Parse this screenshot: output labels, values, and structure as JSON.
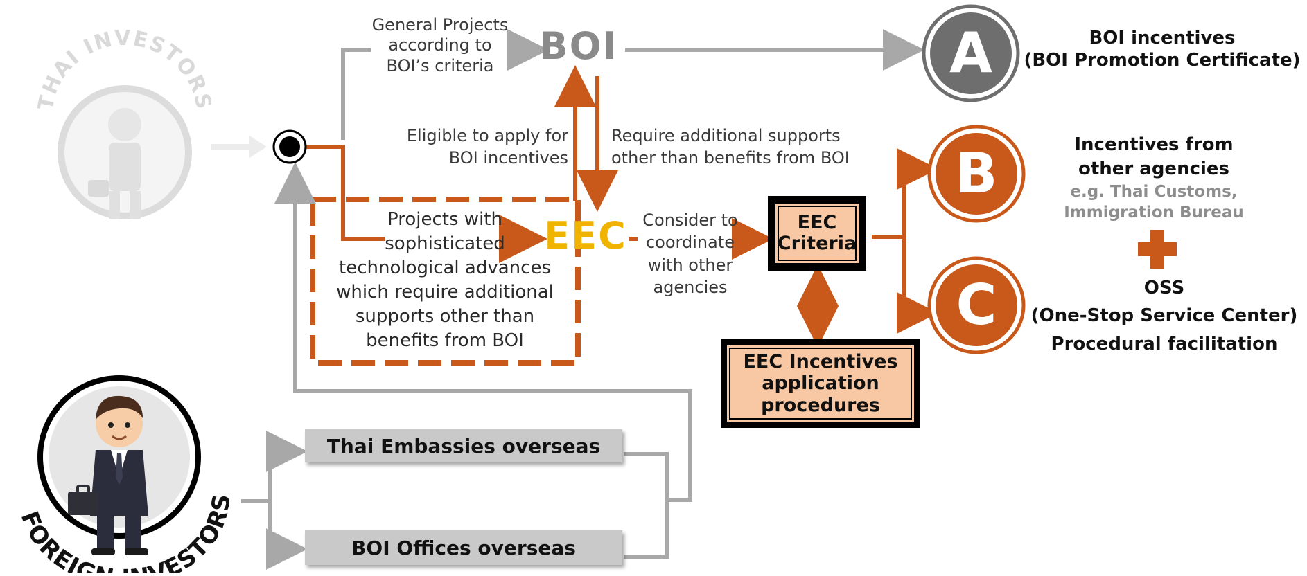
{
  "investors": {
    "thai_label": "THAI INVESTORS",
    "foreign_label": "FOREIGN INVESTORS"
  },
  "channels": {
    "embassies": "Thai Embassies overseas",
    "boi_offices": "BOI Offices overseas"
  },
  "labels": {
    "general_projects": [
      "General Projects",
      "according to",
      "BOI’s criteria"
    ],
    "eligible": [
      "Eligible to apply for",
      "BOI incentives"
    ],
    "require_additional": [
      "Require additional supports",
      "other than benefits from BOI"
    ],
    "sophisticated": [
      "Projects with",
      "sophisticated",
      "technological advances",
      "which require additional",
      "supports other than",
      "benefits from BOI"
    ],
    "consider": [
      "Consider to",
      "coordinate",
      "with other",
      "agencies"
    ]
  },
  "nodes": {
    "boi": "BOI",
    "eec": "EEC",
    "eec_criteria": [
      "EEC",
      "Criteria"
    ],
    "eec_incentives": [
      "EEC Incentives",
      "application",
      "procedures"
    ]
  },
  "outcomes": {
    "a": {
      "letter": "A",
      "title": [
        "BOI incentives",
        "(BOI Promotion Certificate)"
      ]
    },
    "b": {
      "letter": "B",
      "title": [
        "Incentives from",
        "other agencies"
      ],
      "example": [
        "e.g. Thai Customs,",
        "Immigration Bureau"
      ]
    },
    "c": {
      "letter": "C",
      "title": [
        "OSS",
        "(One-Stop Service Center)",
        "Procedural facilitation"
      ]
    }
  },
  "colors": {
    "orange": "#c8591a",
    "gray": "#a8a8a8",
    "dark_gray_circle": "#6e6e6e",
    "yellow": "#f0b400",
    "peach": "#f8c8a4"
  }
}
